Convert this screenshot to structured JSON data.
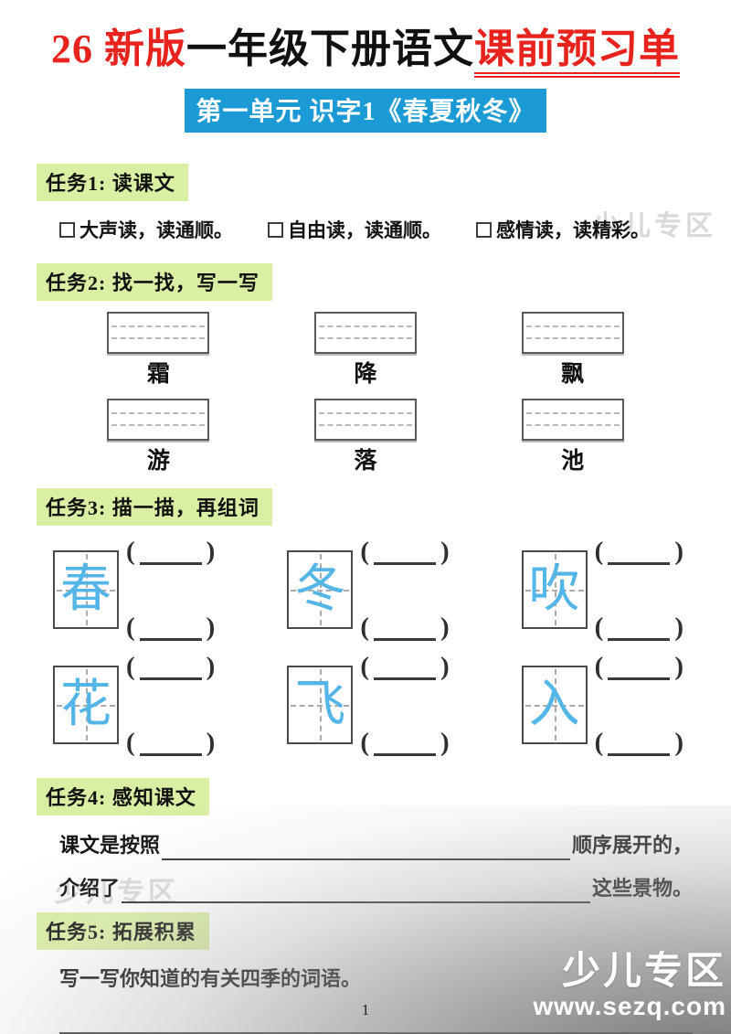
{
  "document": {
    "title": {
      "prefix_red": "26 新版",
      "middle_black": "一年级下册语文",
      "suffix_red_underlined": "课前预习单"
    },
    "unit_banner": "第一单元 识字1《春夏秋冬》",
    "page_number": "1"
  },
  "task1": {
    "header": "任务1: 读课文",
    "items": [
      "大声读，读通顺。",
      "自由读，读通顺。",
      "感情读，读精彩。"
    ]
  },
  "task2": {
    "header": "任务2: 找一找，写一写",
    "characters": [
      "霜",
      "降",
      "飘",
      "游",
      "落",
      "池"
    ]
  },
  "task3": {
    "header": "任务3: 描一描，再组词",
    "characters": [
      "春",
      "冬",
      "吹",
      "花",
      "飞",
      "入"
    ],
    "paren_open": "(",
    "paren_close": ")"
  },
  "task4": {
    "header": "任务4: 感知课文",
    "sentence1": {
      "prefix": "课文是按照",
      "suffix": "顺序展开的，"
    },
    "sentence2": {
      "prefix": "介绍了",
      "suffix": "这些景物。"
    }
  },
  "task5": {
    "header": "任务5: 拓展积累",
    "prompt": "写一写你知道的有关四季的词语。"
  },
  "watermark": {
    "site_name": "少儿专区",
    "site_url": "www.sezq.com",
    "inline_text": "少儿专区"
  },
  "colors": {
    "accent_red": "#e8231d",
    "banner_blue": "#1b9ad6",
    "header_green": "#d9efa4",
    "trace_blue": "#54b6e8"
  }
}
